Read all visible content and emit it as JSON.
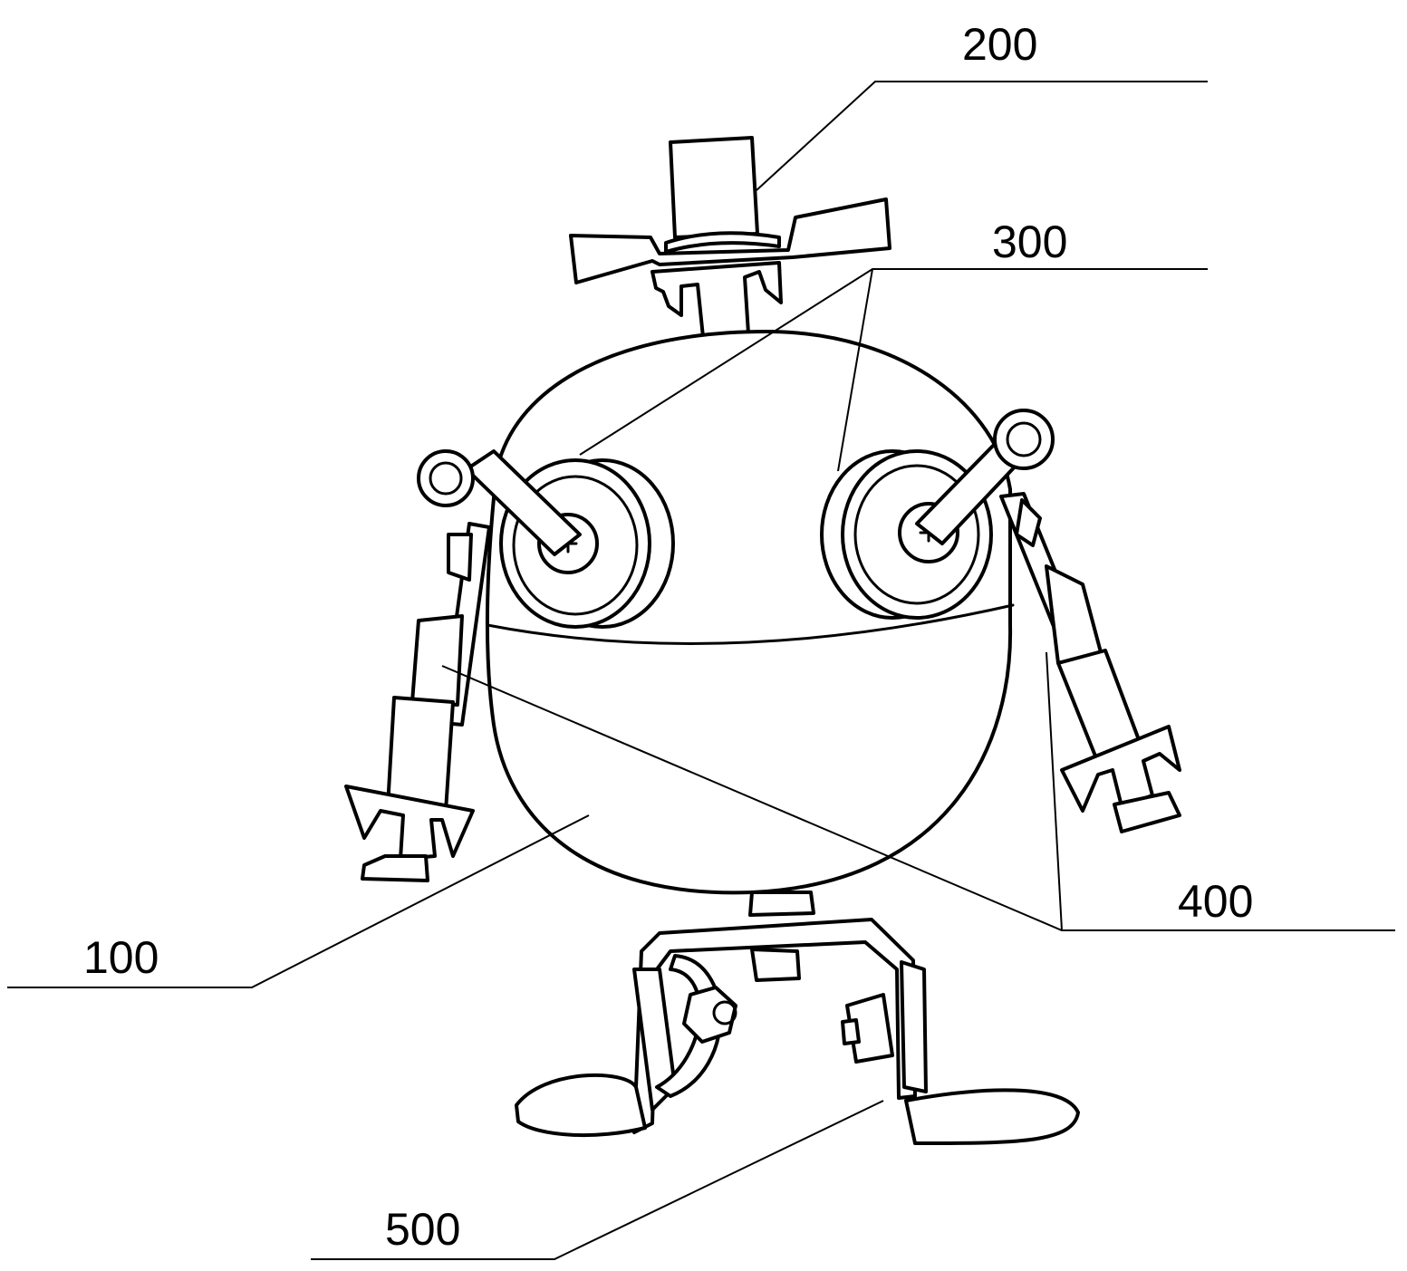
{
  "labels": {
    "body": "100",
    "top": "200",
    "eyes": "300",
    "arms": "400",
    "legs": "500"
  },
  "colors": {
    "stroke": "#000000",
    "background": "#ffffff"
  }
}
